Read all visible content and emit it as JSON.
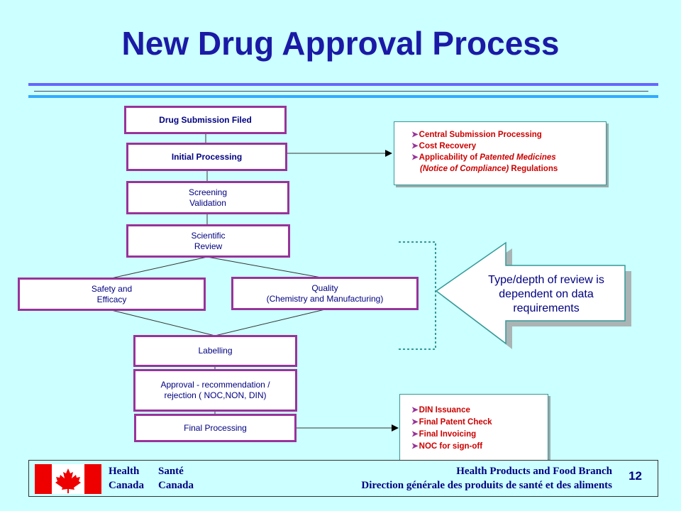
{
  "title": "New Drug Approval Process",
  "colors": {
    "background": "#ccffff",
    "title": "#1a1aa6",
    "box_border": "#993399",
    "box_text": "#000080",
    "side_text": "#cc0000",
    "connector": "#333333"
  },
  "flow": {
    "drug_submission": "Drug Submission Filed",
    "initial_processing": "Initial Processing",
    "screening": "Screening\nValidation",
    "scientific_review": "Scientific\nReview",
    "safety": "Safety and\nEfficacy",
    "quality": "Quality\n(Chemistry and Manufacturing)",
    "labelling": "Labelling",
    "approval": "Approval - recommendation /\nrejection ( NOC,NON, DIN)",
    "final_processing": "Final Processing"
  },
  "side_top": {
    "items": [
      "Central Submission Processing",
      "Cost Recovery",
      "Applicability of "
    ],
    "item3_italic": "Patented Medicines",
    "item4_line": "(Notice of Compliance)",
    "item4_rest": " Regulations"
  },
  "side_bottom": {
    "items": [
      "DIN Issuance",
      "Final Patent Check",
      "Final Invoicing",
      "NOC for sign-off"
    ]
  },
  "callout": "Type/depth of review is\ndependent on data\nrequirements",
  "footer": {
    "health": "Health",
    "sante": "Santé",
    "canada1": "Canada",
    "canada2": "Canada",
    "branch_en": "Health Products and Food Branch",
    "branch_fr": "Direction générale des produits de santé et des aliments",
    "page_number": "12"
  }
}
